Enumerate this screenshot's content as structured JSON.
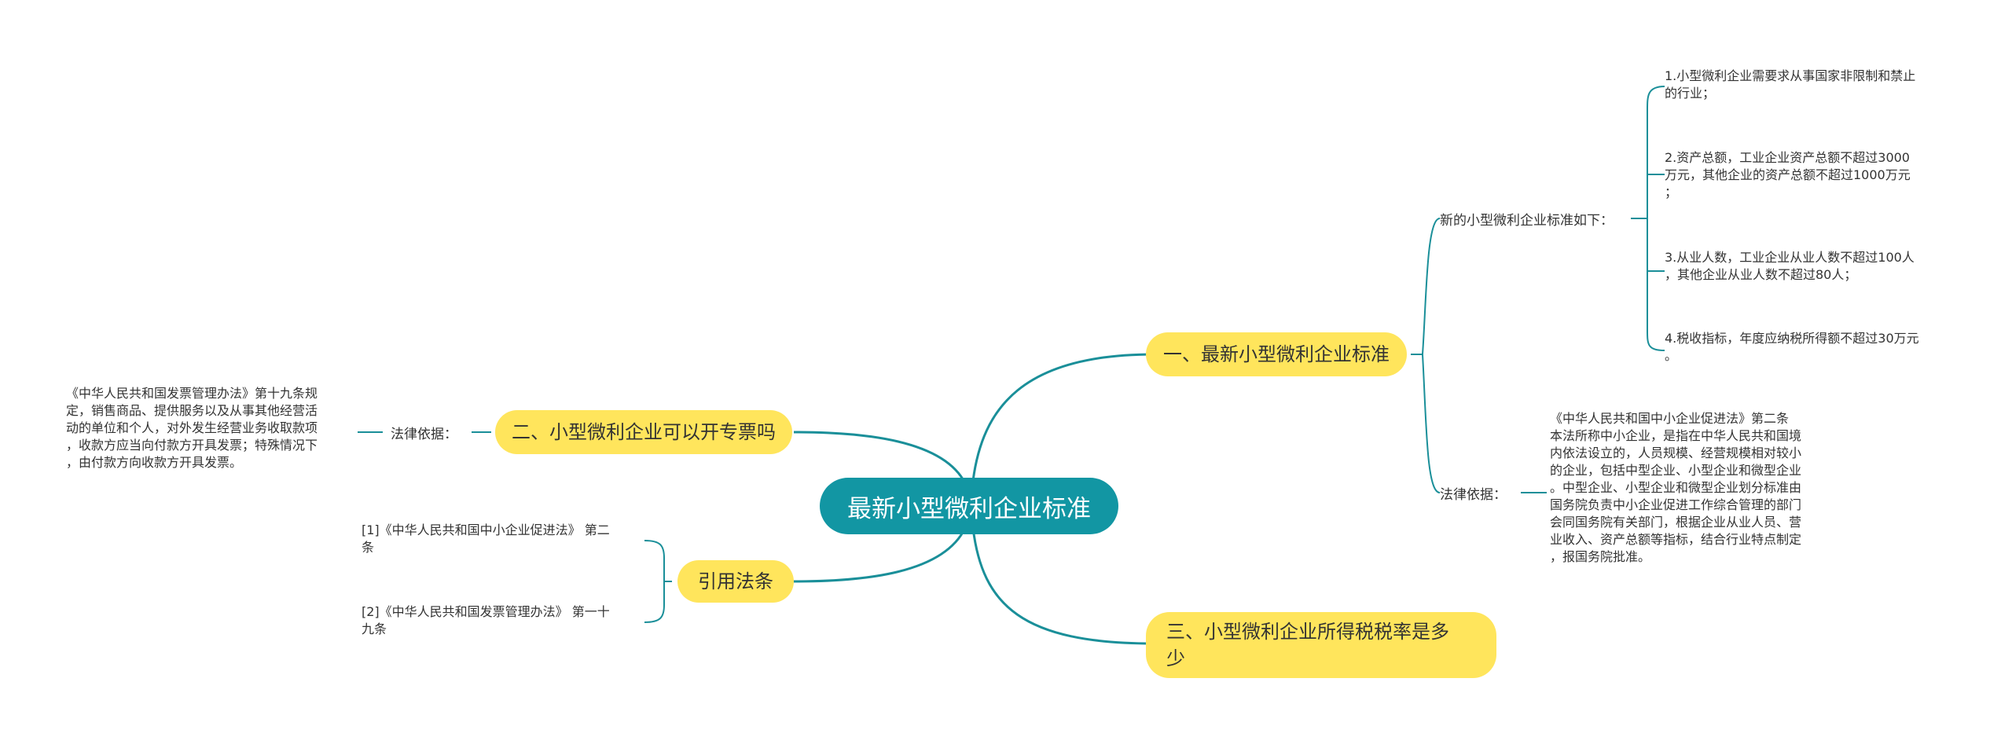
{
  "mindmap": {
    "root": "最新小型微利企业标准",
    "branch1": {
      "title": "一、最新小型微利企业标准",
      "standards_label": "新的小型微利企业标准如下：",
      "standards": [
        "1.小型微利企业需要求从事国家非限制和禁止\n的行业；",
        "2.资产总额，工业企业资产总额不超过3000\n万元，其他企业的资产总额不超过1000万元\n；",
        "3.从业人数，工业企业从业人数不超过100人\n，其他企业从业人数不超过80人；",
        "4.税收指标，年度应纳税所得额不超过30万元\n。"
      ],
      "basis_label": "法律依据：",
      "basis_text": "《中华人民共和国中小企业促进法》第二条\n本法所称中小企业，是指在中华人民共和国境\n内依法设立的，人员规模、经营规模相对较小\n的企业，包括中型企业、小型企业和微型企业\n。中型企业、小型企业和微型企业划分标准由\n国务院负责中小企业促进工作综合管理的部门\n会同国务院有关部门，根据企业从业人员、营\n业收入、资产总额等指标，结合行业特点制定\n，报国务院批准。"
    },
    "branch2": {
      "title": "二、小型微利企业可以开专票吗",
      "basis_label": "法律依据：",
      "basis_text": "《中华人民共和国发票管理办法》第十九条规\n定，销售商品、提供服务以及从事其他经营活\n动的单位和个人，对外发生经营业务收取款项\n，收款方应当向付款方开具发票；特殊情况下\n，由付款方向收款方开具发票。"
    },
    "branch3": {
      "title": "三、小型微利企业所得税税率是多\n少"
    },
    "branch4": {
      "title": "引用法条",
      "refs": [
        "[1]《中华人民共和国中小企业促进法》 第二\n条",
        "[2]《中华人民共和国发票管理办法》 第一十\n九条"
      ]
    }
  },
  "colors": {
    "root": "#1296a3",
    "topic": "#ffe55c",
    "line": "#1a8f99",
    "text": "#333333"
  }
}
